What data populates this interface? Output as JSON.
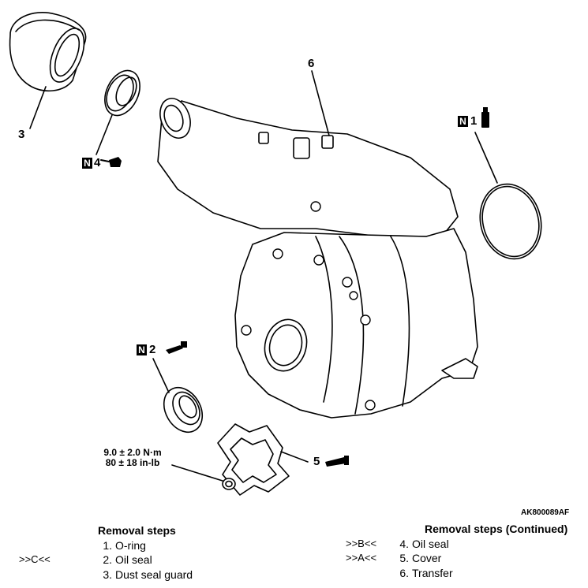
{
  "figure_id": "AK800089AF",
  "callouts": {
    "c1": "1",
    "c2": "2",
    "c3": "3",
    "c4": "4",
    "c5": "5",
    "c6": "6",
    "new_part_mark": "N"
  },
  "torque": {
    "metric": "9.0 ± 2.0 N·m",
    "imperial": "80 ± 18 in-lb"
  },
  "removal_steps": {
    "heading": "Removal steps",
    "items": [
      {
        "ref": "",
        "num": "1.",
        "text": "O-ring"
      },
      {
        "ref": ">>C<<",
        "num": "2.",
        "text": "Oil seal"
      },
      {
        "ref": "",
        "num": "3.",
        "text": "Dust seal guard"
      }
    ]
  },
  "removal_steps_continued": {
    "heading": "Removal steps (Continued)",
    "items": [
      {
        "ref": ">>B<<",
        "num": "4.",
        "text": "Oil seal"
      },
      {
        "ref": ">>A<<",
        "num": "5.",
        "text": "Cover"
      },
      {
        "ref": "",
        "num": "6.",
        "text": "Transfer"
      }
    ]
  },
  "icons": [
    "grease-tube-icon",
    "oil-can-icon",
    "sealant-tube-icon"
  ]
}
